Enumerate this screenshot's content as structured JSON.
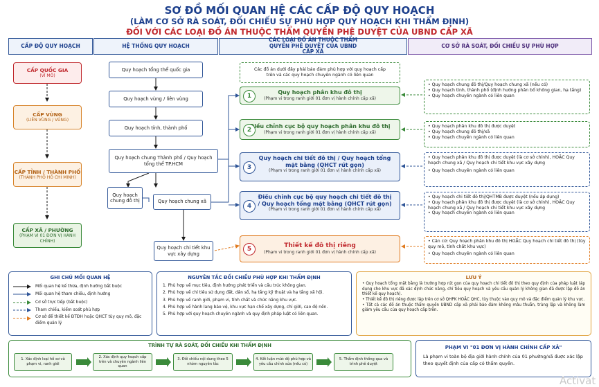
{
  "title": {
    "line1": "SƠ ĐỒ MỐI QUAN HỆ CÁC CẤP ĐỘ QUY HOẠCH",
    "line2": "(LÀM CƠ SỞ RÀ SOÁT, ĐỐI CHIẾU SỰ PHÙ HỢP QUY HOẠCH KHI THẨM ĐỊNH)",
    "line3": "ĐỐI VỚI CÁC LOẠI ĐỒ ÁN THUỘC THẨM QUYỀN PHÊ DUYỆT CỦA UBND CẤP XÃ"
  },
  "headers": {
    "col1": "CẤP ĐỘ QUY HOẠCH",
    "col2": "HỆ THỐNG QUY HOẠCH",
    "col3": "CÁC LOẠI ĐỒ ÁN THUỘC THẨM QUYỀN PHÊ DUYỆT CỦA UBND CẤP XÃ",
    "col4": "CƠ SỞ RÀ SOÁT, ĐỐI CHIẾU SỰ PHÙ HỢP"
  },
  "levels": [
    {
      "name": "CẤP QUỐC GIA",
      "sub": "(VĨ MÔ)"
    },
    {
      "name": "CẤP VÙNG",
      "sub": "(LIÊN VÙNG / VÙNG)"
    },
    {
      "name": "CẤP TỈNH / THÀNH PHỐ",
      "sub": "(THÀNH PHỐ HỒ CHÍ MINH)"
    },
    {
      "name": "CẤP XÃ / PHƯỜNG",
      "sub": "(PHẠM VI 01 ĐƠN VỊ HÀNH CHÍNH)"
    }
  ],
  "system": {
    "national": "Quy hoạch tổng thể quốc gia",
    "regional": "Quy hoạch vùng / liên vùng",
    "provincial": "Quy hoạch tỉnh, thành phố",
    "city_general": "Quy hoạch chung Thành phố / Quy hoạch tổng thể TP.HCM",
    "urban_general": "Quy hoạch chung đô thị",
    "commune_general": "Quy hoạch chung xã",
    "construction_detail": "Quy hoạch chi tiết khu vực xây dựng"
  },
  "projects": {
    "note": "Các đồ án dưới đây phải bảo đảm phù hợp với quy hoạch cấp trên và các quy hoạch chuyên ngành có liên quan",
    "items": [
      {
        "num": "1",
        "title": "Quy hoạch phân khu đô thị",
        "scope": "(Phạm vi trong ranh giới 01 đơn vị hành chính cấp xã)"
      },
      {
        "num": "2",
        "title": "Điều chỉnh cục bộ quy hoạch phân khu đô thị",
        "scope": "(Phạm vi trong ranh giới 01 đơn vị hành chính cấp xã)"
      },
      {
        "num": "3",
        "title": "Quy hoạch chi tiết đô thị / Quy hoạch tổng mặt bằng (QHCT rút gọn)",
        "scope": "(Phạm vi trong ranh giới 01 đơn vị hành chính cấp xã)"
      },
      {
        "num": "4",
        "title": "Điều chỉnh cục bộ quy hoạch chi tiết đô thị / Quy hoạch tổng mặt bằng (QHCT rút gọn)",
        "scope": "(Phạm vi trong ranh giới 01 đơn vị hành chính cấp xã)"
      },
      {
        "num": "5",
        "title": "Thiết kế đô thị riêng",
        "scope": "(Phạm vi trong ranh giới 01 đơn vị hành chính cấp xã)"
      }
    ]
  },
  "bases": [
    [
      "Quy hoạch chung đô thị/Quy hoạch chung xã (nếu có)",
      "Quy hoạch tỉnh, thành phố (định hướng phân bố không gian, hạ tầng)",
      "Quy hoạch chuyên ngành có liên quan"
    ],
    [
      "Quy hoạch phân khu đô thị được duyệt",
      "Quy hoạch chung đô thị/xã",
      "Quy hoạch chuyên ngành có liên quan"
    ],
    [
      "Quy hoạch phân khu đô thị được duyệt (là cơ sở chính), HOẶC Quy hoạch chung xã / Quy hoạch chi tiết khu vực xây dựng",
      "Quy hoạch chuyên ngành có liên quan"
    ],
    [
      "Quy hoạch chi tiết đô thị/QHTMB được duyệt (nếu áp dụng)",
      "Quy hoạch phân khu đô thị được duyệt (là cơ sở chính), HOẶC Quy hoạch chung xã / Quy hoạch chi tiết khu vực xây dựng",
      "Quy hoạch chuyên ngành có liên quan"
    ],
    [
      "Căn cứ: Quy hoạch phân khu đô thị HOẶC Quy hoạch chi tiết đô thị (tùy quy mô, tính chất khu vực)",
      "Quy hoạch chuyên ngành có liên quan"
    ]
  ],
  "legend": {
    "title": "GHI CHÚ MỐI QUAN HỆ",
    "items": [
      {
        "label": "Mối quan hệ kế thừa, định hướng bắt buộc",
        "color": "#1a1a1a",
        "style": "solid"
      },
      {
        "label": "Mối quan hệ tham chiếu, định hướng",
        "color": "#2f5597",
        "style": "solid"
      },
      {
        "label": "Cơ sở trực tiếp (bắt buộc)",
        "color": "#3a8a3a",
        "style": "dashed"
      },
      {
        "label": "Tham chiếu, kiểm soát phù hợp",
        "color": "#2f5597",
        "style": "dashed"
      },
      {
        "label": "Cơ sở để thiết kế ĐTĐH hoặc QHCT tùy quy mô, đặc điểm quản lý",
        "color": "#e07b20",
        "style": "dashed"
      }
    ]
  },
  "principles": {
    "title": "NGUYÊN TẮC ĐỐI CHIẾU PHÙ HỢP KHI THẨM ĐỊNH",
    "items": [
      "1. Phù hợp về mục tiêu, định hướng phát triển và cấu trúc không gian.",
      "2. Phù hợp về chỉ tiêu sử dụng đất, dân số, hạ tầng kỹ thuật và hạ tầng xã hội.",
      "3. Phù hợp về ranh giới, phạm vi, tính chất và chức năng khu vực.",
      "4. Phù hợp về hành lang bảo vệ, khu vực hạn chế xây dựng, chỉ giới, cao độ nền.",
      "5. Phù hợp với quy hoạch chuyên ngành và quy định pháp luật có liên quan."
    ]
  },
  "notes": {
    "title": "LƯU Ý",
    "items": [
      "Quy hoạch tổng mặt bằng là trường hợp rút gọn của quy hoạch chi tiết đô thị theo quy định của pháp luật (áp dụng cho khu vực đã xác định chức năng, chỉ tiêu quy hoạch và yêu cầu quản lý không gian đã được lập đồ án thiết kế quy hoạch).",
      "Thiết kế đô thị riêng được lập trên cơ sở QHPK HOẶC QHC, tùy thuộc vào quy mô và đặc điểm quản lý khu vực.",
      "Tất cả các đồ án thuộc thẩm quyền UBND cấp xã phải bảo đảm không mâu thuẫn, trùng lặp và không làm giảm yêu cầu của quy hoạch cấp trên."
    ]
  },
  "process": {
    "title": "TRÌNH TỰ RÀ SOÁT, ĐỐI CHIẾU KHI THẨM ĐỊNH",
    "steps": [
      "1. Xác định loại hồ sơ và phạm vi, ranh giới",
      "2. Xác định quy hoạch cấp trên và chuyên ngành liên quan",
      "3. Đối chiếu nội dung theo 5 nhóm nguyên tắc",
      "4. Kết luận mức độ phù hợp và yêu cầu chỉnh sửa (nếu có)",
      "5. Thẩm định thống qua và trình phê duyệt"
    ]
  },
  "scope": {
    "title": "PHẠM VI \"01 ĐƠN VỊ HÀNH CHÍNH CẤP XÃ\"",
    "text": "Là phạm vi toàn bộ địa giới hành chính của 01 phường/xã được xác lập theo quyết định của cấp có thẩm quyền."
  },
  "watermark": "Activat"
}
